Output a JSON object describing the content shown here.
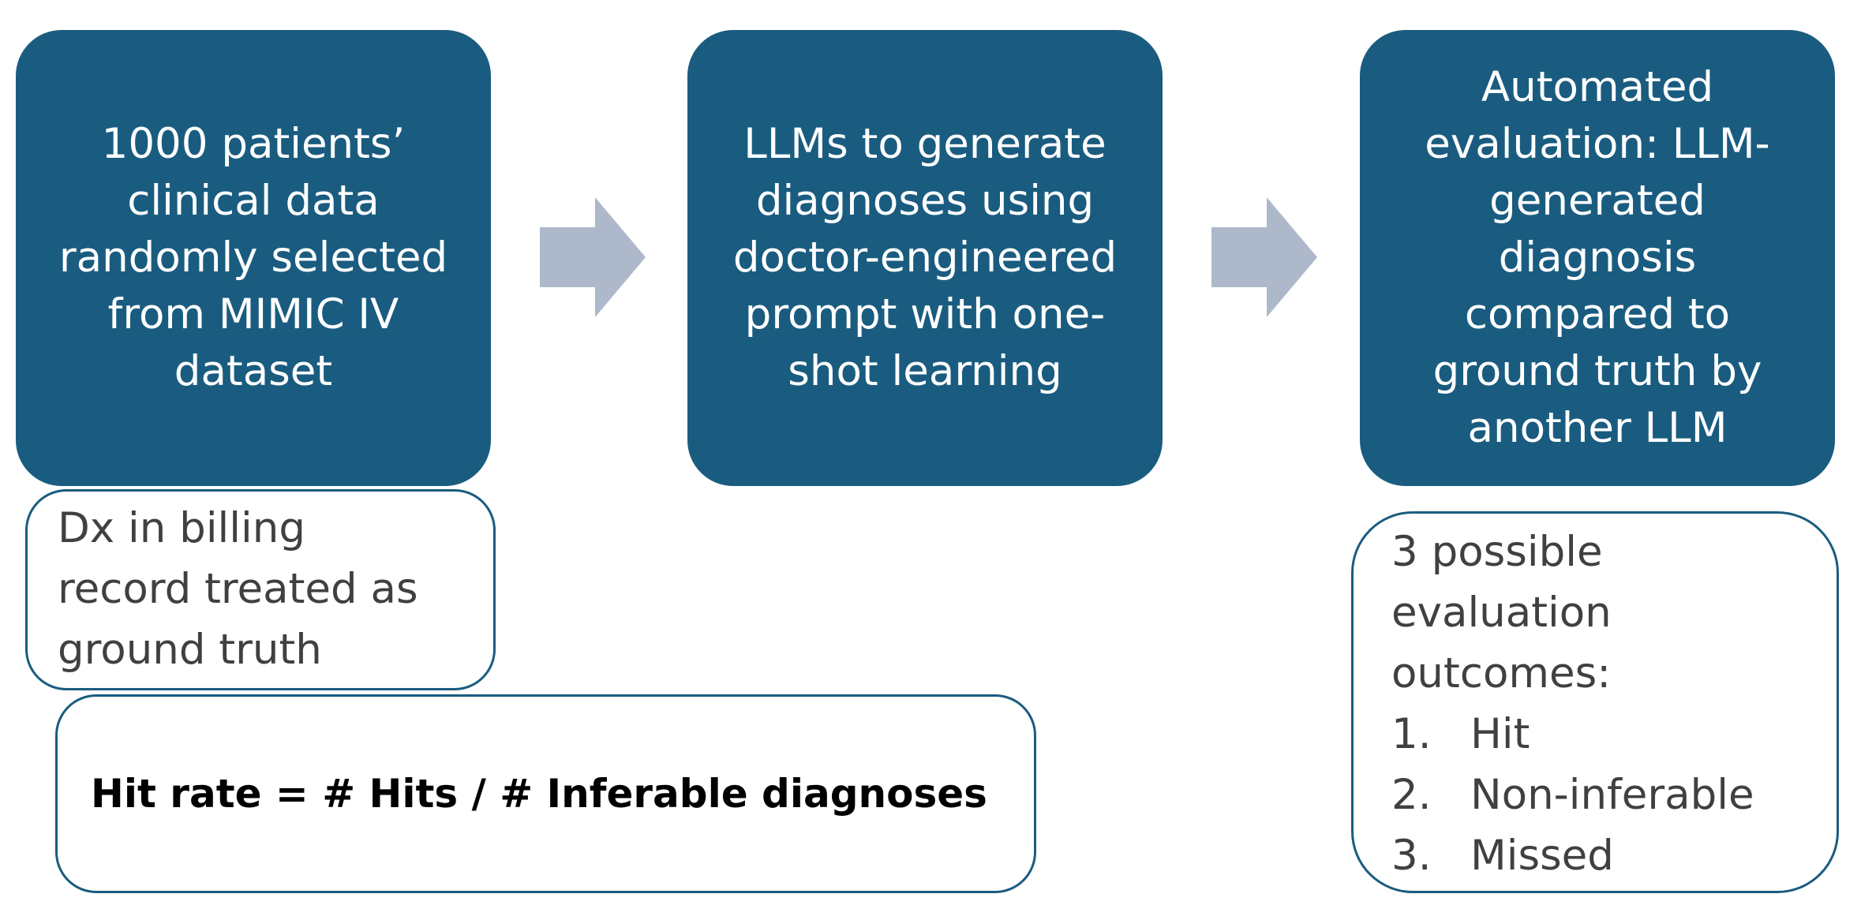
{
  "steps": [
    {
      "lines": [
        "1000 patients’",
        "clinical data",
        "randomly selected",
        "from MIMIC IV",
        "dataset"
      ]
    },
    {
      "lines": [
        "LLMs to generate",
        "diagnoses using",
        "doctor-engineered",
        "prompt with one-",
        "shot learning"
      ]
    },
    {
      "lines": [
        "Automated",
        "evaluation: LLM-",
        "generated",
        "diagnosis",
        "compared to",
        "ground truth by",
        "another LLM"
      ]
    }
  ],
  "ground_truth_note": {
    "lines": [
      "Dx in billing",
      "record treated as",
      "ground truth"
    ]
  },
  "hit_rate": {
    "formula": "Hit rate = # Hits / # Inferable diagnoses"
  },
  "outcomes_note": {
    "intro_lines": [
      "3 possible",
      "evaluation",
      "outcomes:"
    ],
    "items": [
      {
        "num": "1.",
        "label": "Hit"
      },
      {
        "num": "2.",
        "label": "Non-inferable"
      },
      {
        "num": "3.",
        "label": "Missed"
      }
    ]
  },
  "colors": {
    "step_fill": "#1a5c80",
    "arrow_fill": "#adb9ca",
    "note_border": "#1a5c80"
  }
}
